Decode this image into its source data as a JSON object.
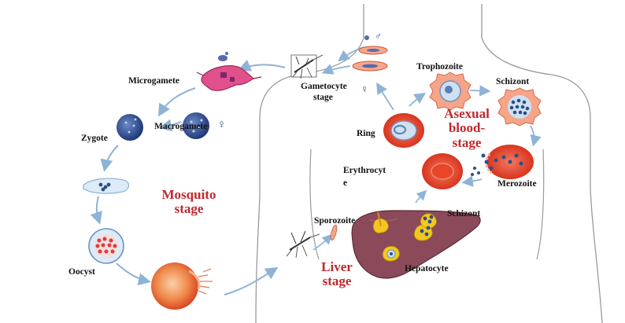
{
  "labels": {
    "microgamete": "Microgamete",
    "macrogamete": "Macrogamete",
    "zygote": "Zygote",
    "oocyst": "Oocyst",
    "gametocyte_line1": "Gametocyte",
    "gametocyte_line2": "stage",
    "trophozoite": "Trophozoite",
    "schizont_blood": "Schizont",
    "ring": "Ring",
    "erythrocyte_line1": "Erythrocyt",
    "erythrocyte_line2": "e",
    "merozoite": "Merozoite",
    "sporozoite": "Sporozoite",
    "schizont_liver": "Schizont",
    "hepatocyte": "Hepatocyte"
  },
  "symbols": {
    "male": "♂",
    "female": "♀"
  },
  "stages": {
    "mosquito_line1": "Mosquito",
    "mosquito_line2": "stage",
    "asexual_line1": "Asexual",
    "asexual_line2": "blood-",
    "asexual_line3": "stage",
    "liver_line1": "Liver",
    "liver_line2": "stage"
  },
  "colors": {
    "stage_label": "#c0282d",
    "arrow": "#8db3d6",
    "body_outline": "#9a9a9a",
    "liver": "#8b4a5a",
    "erythrocyte": "#e8452a",
    "parasite_dot": "#2a4f8a"
  }
}
